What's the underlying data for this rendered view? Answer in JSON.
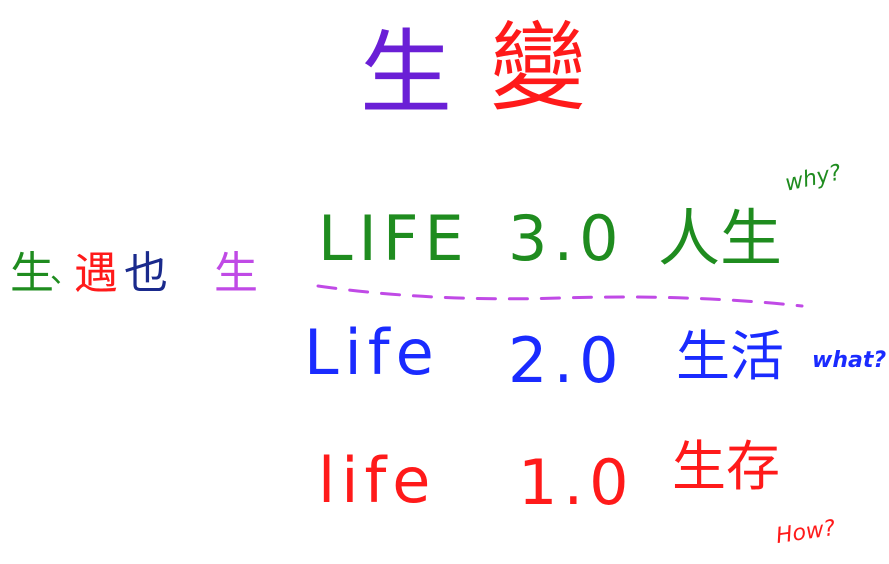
{
  "colors": {
    "purple": "#6a1fd6",
    "red": "#ff1a1a",
    "green": "#1f8c1f",
    "blue": "#1a2bff",
    "navy": "#1a2a8c",
    "violet": "#c04ae6"
  },
  "title": {
    "char1": "生",
    "char2": "變"
  },
  "rows": [
    {
      "word": "LIFE",
      "version": "3.0",
      "chinese": "人生",
      "question": "why?"
    },
    {
      "word": "Life",
      "version": "2.0",
      "chinese": "生活",
      "question": "what?"
    },
    {
      "word": "life",
      "version": "1.0",
      "chinese": "生存",
      "question": "How?"
    }
  ],
  "side": {
    "c1": "生",
    "sep": "、",
    "c2": "遇",
    "c3": "也",
    "c4": "生"
  }
}
